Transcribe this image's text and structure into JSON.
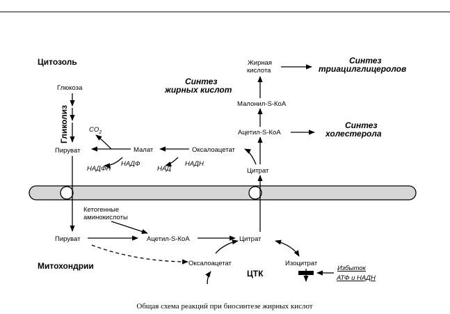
{
  "sections": {
    "cytosol": "Цитозоль",
    "mitochondria": "Митохондрии",
    "tca": "ЦТК"
  },
  "cytosol": {
    "glucose": "Глюкоза",
    "glycolysis": "Гликолиз",
    "co2": "CO",
    "co2_sub": "2",
    "pyruvate": "Пируват",
    "malate": "Малат",
    "oxaloacetate": "Оксалоацетат",
    "nadph": "НАДФН",
    "nadp": "НАДФ",
    "nad": "НАД",
    "nadh": "НАДН",
    "citrate": "Цитрат",
    "acetyl_coa": "Ацетил-S-КоА",
    "malonyl_coa": "Малонил-S-КоА",
    "fatty_acid_line1": "Жирная",
    "fatty_acid_line2": "кислота"
  },
  "syntheses": {
    "fatty_acids_line1": "Синтез",
    "fatty_acids_line2": "жирных кислот",
    "triacylglycerols_line1": "Синтез",
    "triacylglycerols_line2": "триацилглицеролов",
    "cholesterol_line1": "Синтез",
    "cholesterol_line2": "холестерола"
  },
  "mito": {
    "ketogenic_line1": "Кетогенные",
    "ketogenic_line2": "аминокислоты",
    "pyruvate": "Пируват",
    "acetyl_coa": "Ацетил-S-КоА",
    "citrate": "Цитрат",
    "oxaloacetate": "Оксалоацетат",
    "isocitrate": "Изоцитрат",
    "excess_line1": "Избыток",
    "excess_line2": "АТФ и НАДН"
  },
  "caption": "Общая схема реакций при биосинтезе жирных кислот"
}
